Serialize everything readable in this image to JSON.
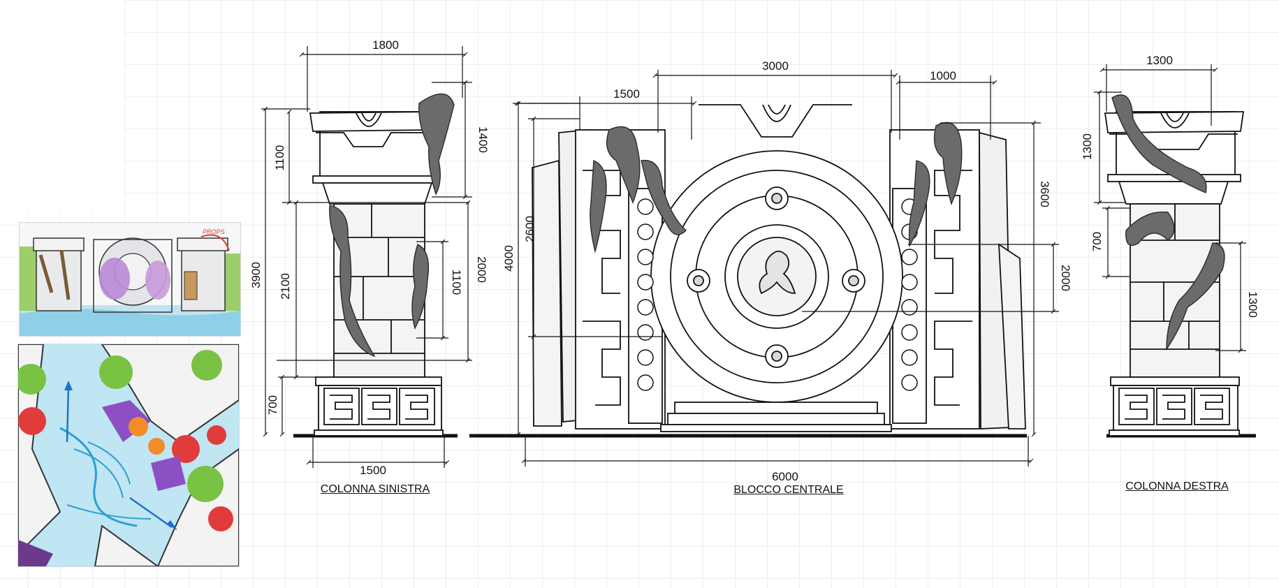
{
  "captions": {
    "left": "COLONNA SINISTRA",
    "center": "BLOCCO CENTRALE",
    "right": "COLONNA DESTRA"
  },
  "left_column": {
    "width_top": "1800",
    "height_top": "1400",
    "capital": "1100",
    "total_height": "3900",
    "shaft": "2100",
    "vine": "1100",
    "vine_total": "2000",
    "base": "700",
    "width_base": "1500"
  },
  "central_block": {
    "width_arch": "3000",
    "width_left_panel": "1500",
    "width_right_panel": "1000",
    "height_total": "4000",
    "height_inner": "2600",
    "height_right": "3600",
    "height_medallion": "2000",
    "width_total": "6000"
  },
  "right_column": {
    "width_top": "1300",
    "capital": "1300",
    "shaft_upper": "700",
    "vine": "1300"
  },
  "sketch_note": "PROPS",
  "colors": {
    "ink": "#111111",
    "vine": "#6b6b6b",
    "shadow": "#d9d9d9",
    "water": "#7fd0ea",
    "violet": "#8d4fc4",
    "orange": "#f28c28",
    "foliage": "#79c244",
    "red": "#e23b3b"
  }
}
